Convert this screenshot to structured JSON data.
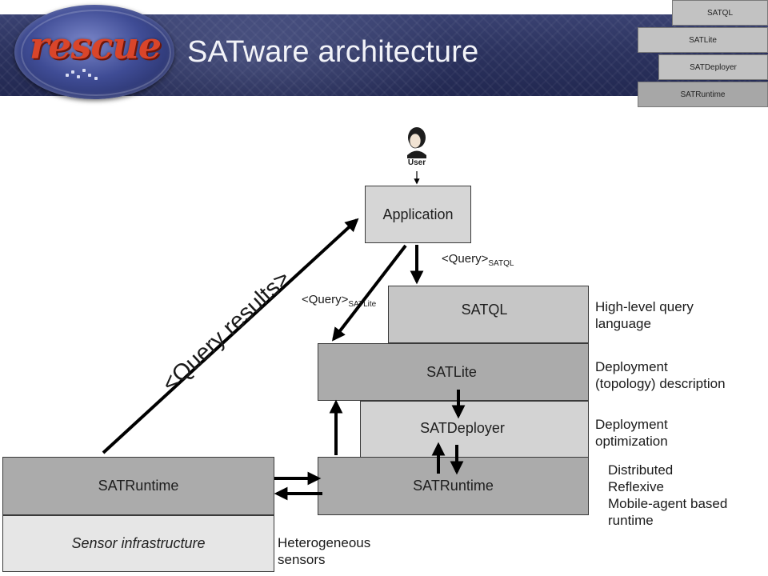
{
  "header": {
    "logo_text": "rescue",
    "title": "SATware architecture"
  },
  "mini_stack": {
    "layers": [
      "SATQL",
      "SATLite",
      "SATDeployer",
      "SATRuntime"
    ]
  },
  "user": {
    "label": "User"
  },
  "boxes": {
    "application": "Application",
    "satql": "SATQL",
    "satlite": "SATLite",
    "satdeployer": "SATDeployer",
    "satruntime_right": "SATRuntime",
    "satruntime_left": "SATRuntime",
    "sensor_infrastructure": "Sensor infrastructure"
  },
  "labels": {
    "query_satql": "<Query>",
    "query_satql_sub": "SATQL",
    "query_satlite": "<Query>",
    "query_satlite_sub": "SATLite",
    "query_results": "<Query results>"
  },
  "descriptions": {
    "satql": [
      "High-level query",
      "language"
    ],
    "satlite": [
      "Deployment",
      "(topology) description"
    ],
    "satdeployer": [
      "Deployment",
      "optimization"
    ],
    "satruntime": [
      "Distributed",
      "Reflexive",
      "Mobile-agent based",
      "runtime"
    ],
    "sensors": [
      "Heterogeneous",
      "sensors"
    ]
  },
  "colors": {
    "banner": "#2c335f",
    "logo_text": "#d9452a",
    "title_text": "#f2f3f8",
    "box_dark": "#ababab",
    "box_mid": "#c6c6c6",
    "box_light": "#d6d6d6",
    "box_lightest": "#e6e6e6",
    "arrow": "#000000"
  }
}
